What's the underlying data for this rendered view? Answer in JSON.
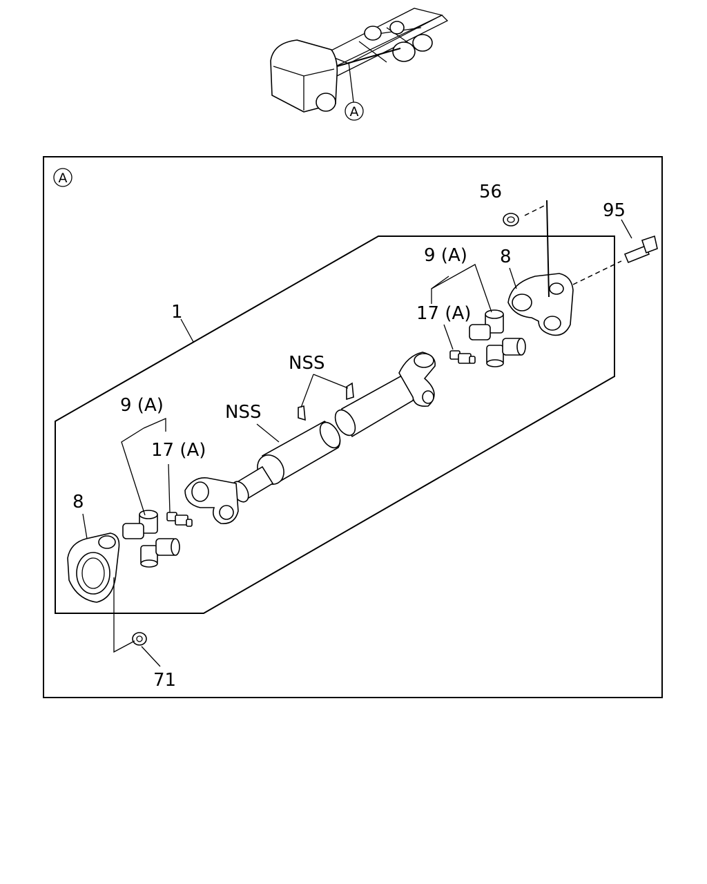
{
  "callout_letter": "A",
  "frame_tag": "A",
  "labels": {
    "shaft_assembly": "1",
    "nut_top": "56",
    "bolt": "95",
    "spider_kit_right": "9 (A)",
    "yoke_right": "8",
    "grease_nipple_right": "17 (A)",
    "clip_nss": "NSS",
    "tube_nss": "NSS",
    "spider_kit_left": "9 (A)",
    "grease_nipple_left": "17 (A)",
    "yoke_left": "8",
    "nut_bottom": "71"
  }
}
